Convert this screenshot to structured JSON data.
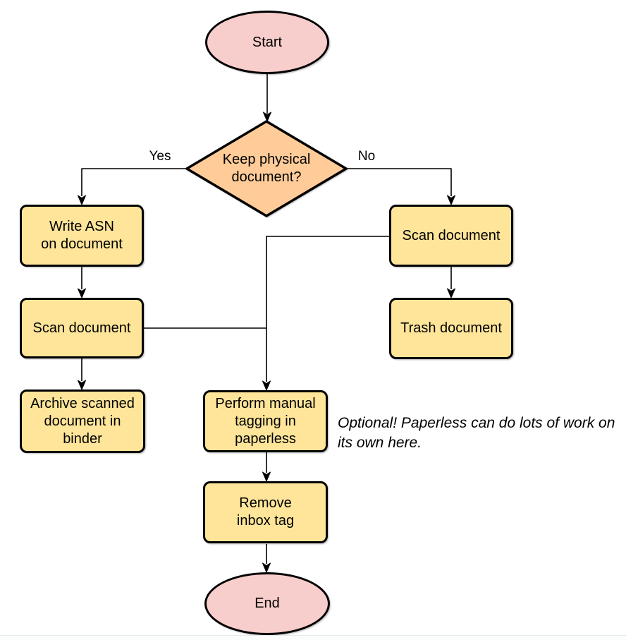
{
  "colors": {
    "terminal_fill": "#f8cecc",
    "decision_fill": "#ffcc99",
    "process_fill": "#ffe599",
    "stroke": "#000000",
    "text": "#000000"
  },
  "nodes": {
    "start": {
      "type": "terminal",
      "label": "Start"
    },
    "decision": {
      "type": "decision",
      "label": "Keep physical\ndocument?"
    },
    "write_asn": {
      "type": "process",
      "label": "Write ASN\non document"
    },
    "scan_left": {
      "type": "process",
      "label": "Scan document"
    },
    "archive": {
      "type": "process",
      "label": "Archive scanned\ndocument in\nbinder"
    },
    "scan_right": {
      "type": "process",
      "label": "Scan document"
    },
    "trash": {
      "type": "process",
      "label": "Trash document"
    },
    "tagging": {
      "type": "process",
      "label": "Perform manual\ntagging in\npaperless"
    },
    "remove_inbox": {
      "type": "process",
      "label": "Remove\ninbox tag"
    },
    "end": {
      "type": "terminal",
      "label": "End"
    }
  },
  "edge_labels": {
    "yes": "Yes",
    "no": "No"
  },
  "annotation": {
    "text": "Optional! Paperless can do lots of work on its own here."
  }
}
